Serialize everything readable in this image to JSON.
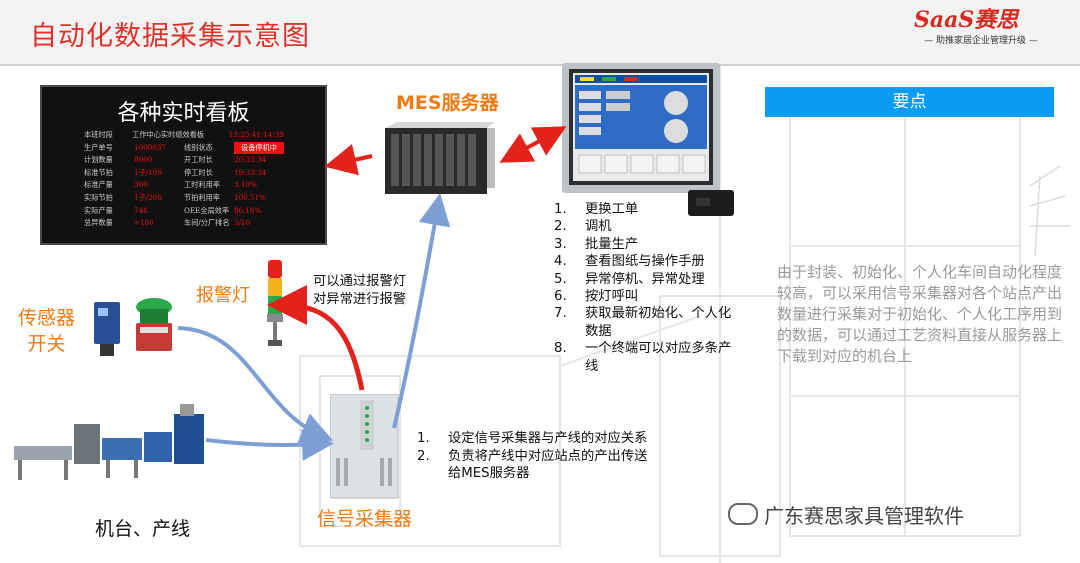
{
  "header": {
    "title": "自动化数据采集示意图",
    "logo_text": "SaaS赛思",
    "logo_tagline": "— 助推家居企业管理升级 —"
  },
  "dashboard": {
    "title": "各种实时看板",
    "rows": [
      [
        "本班时段",
        "工作中心实时绩效看板",
        "13:25:41:14:39"
      ],
      [
        "生产单号",
        "1000037",
        "线别状态",
        "设备停机中"
      ],
      [
        "计划数量",
        "8000",
        "开工时长",
        "20:33:34"
      ],
      [
        "标准节拍",
        "1子/10S",
        "停工时长",
        "19:33:34"
      ],
      [
        "标准产量",
        "300",
        "工时利用率",
        "3.10%"
      ],
      [
        "实际节拍",
        "1子/20S",
        "节拍利用率",
        "100.51%"
      ],
      [
        "实际产量",
        "746",
        "OEE全局效率",
        "86.16%"
      ],
      [
        "总异数量",
        "+100",
        "车间/分厂排名",
        "3/10"
      ]
    ]
  },
  "labels": {
    "mes_server": "MES服务器",
    "alarm_lamp": "报警灯",
    "alarm_note": [
      "可以通过报警灯",
      "对异常进行报警"
    ],
    "sensor": [
      "传感器",
      "开关"
    ],
    "machine": "机台、产线",
    "collector": "信号采集器",
    "watermark": "广东赛思家具管理软件"
  },
  "key_points": {
    "heading": "要点",
    "desc": "由于封装、初始化、个人化车间自动化程度较高，可以采用信号采集器对各个站点产出数量进行采集对于初始化、个人化工序用到的数据，可以通过工艺资料直接从服务器上下载到对应的机台上"
  },
  "terminal_functions": [
    {
      "num": "1.",
      "text": "更换工单"
    },
    {
      "num": "2.",
      "text": "调机"
    },
    {
      "num": "3.",
      "text": "批量生产"
    },
    {
      "num": "4.",
      "text": "查看图纸与操作手册"
    },
    {
      "num": "5.",
      "text": "异常停机、异常处理"
    },
    {
      "num": "6.",
      "text": "按灯呼叫"
    },
    {
      "num": "7.",
      "text": "获取最新初始化、个人化数据"
    },
    {
      "num": "8.",
      "text": "一个终端可以对应多条产线"
    }
  ],
  "collector_functions": [
    {
      "num": "1.",
      "text": "设定信号采集器与产线的对应关系"
    },
    {
      "num": "2.",
      "text": "负责将产线中对应站点的产出传送给MES服务器"
    }
  ],
  "colors": {
    "title_red": "#e0322a",
    "label_orange": "#f07a10",
    "arrow_red": "#e3231b",
    "arrow_blue": "#7d9fd3",
    "key_blue": "#0b9bf2"
  },
  "icons": [
    "mes-server-icon",
    "touch-terminal-icon",
    "card-reader-icon",
    "alarm-lamp-icon",
    "sensor-icon",
    "emergency-button-icon",
    "signal-collector-icon",
    "production-line-icon",
    "wechat-icon"
  ]
}
